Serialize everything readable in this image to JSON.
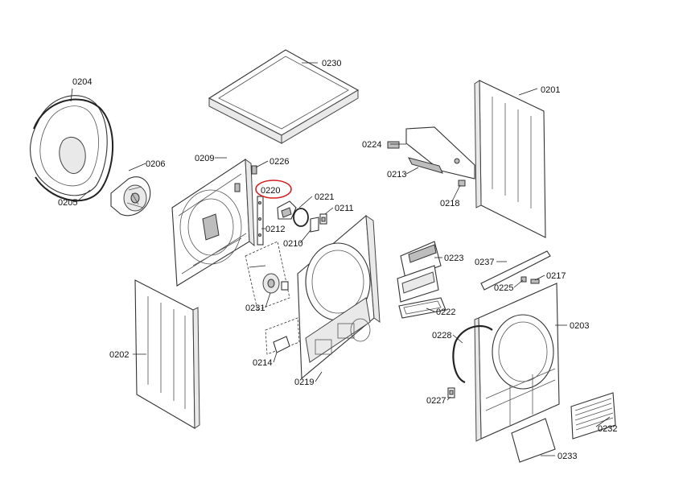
{
  "highlight_color": "#d42020",
  "labels": {
    "p0230": "0230",
    "p0204": "0204",
    "p0206": "0206",
    "p0205": "0205",
    "p0209": "0209",
    "p0226": "0226",
    "p0220": "0220",
    "p0221": "0221",
    "p0211": "0211",
    "p0212": "0212",
    "p0210": "0210",
    "p0224": "0224",
    "p0213": "0213",
    "p0218": "0218",
    "p0201": "0201",
    "p0223": "0223",
    "p0237": "0237",
    "p0225": "0225",
    "p0217": "0217",
    "p0231": "0231",
    "p0222": "0222",
    "p0202": "0202",
    "p0228": "0228",
    "p0203": "0203",
    "p0214": "0214",
    "p0219": "0219",
    "p0227": "0227",
    "p0232": "0232",
    "p0233": "0233"
  },
  "highlighted_part": "0220"
}
